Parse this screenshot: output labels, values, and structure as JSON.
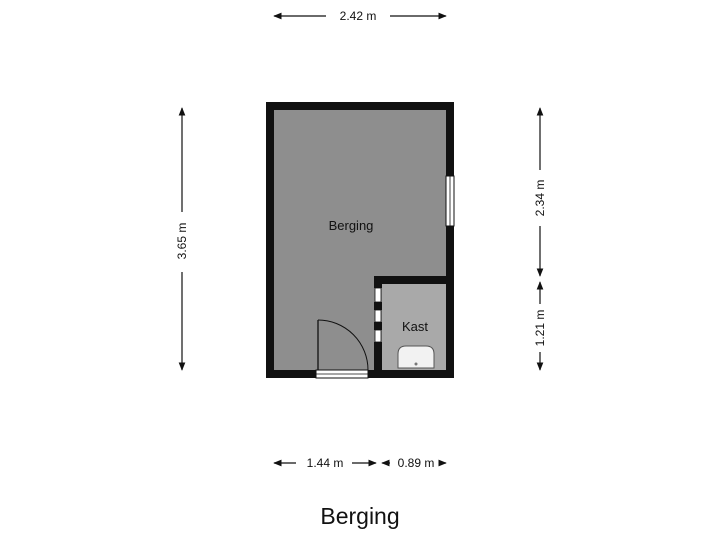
{
  "plan_title": "Berging",
  "rooms": {
    "main": "Berging",
    "closet": "Kast"
  },
  "dimensions": {
    "top_width": "2.42 m",
    "left_height": "3.65 m",
    "right_upper": "2.34 m",
    "right_lower": "1.21 m",
    "bottom_left": "1.44 m",
    "bottom_right": "0.89 m"
  },
  "colors": {
    "wall": "#111111",
    "floor": "#8e8e8e",
    "closet_floor": "#a9a9a9"
  }
}
